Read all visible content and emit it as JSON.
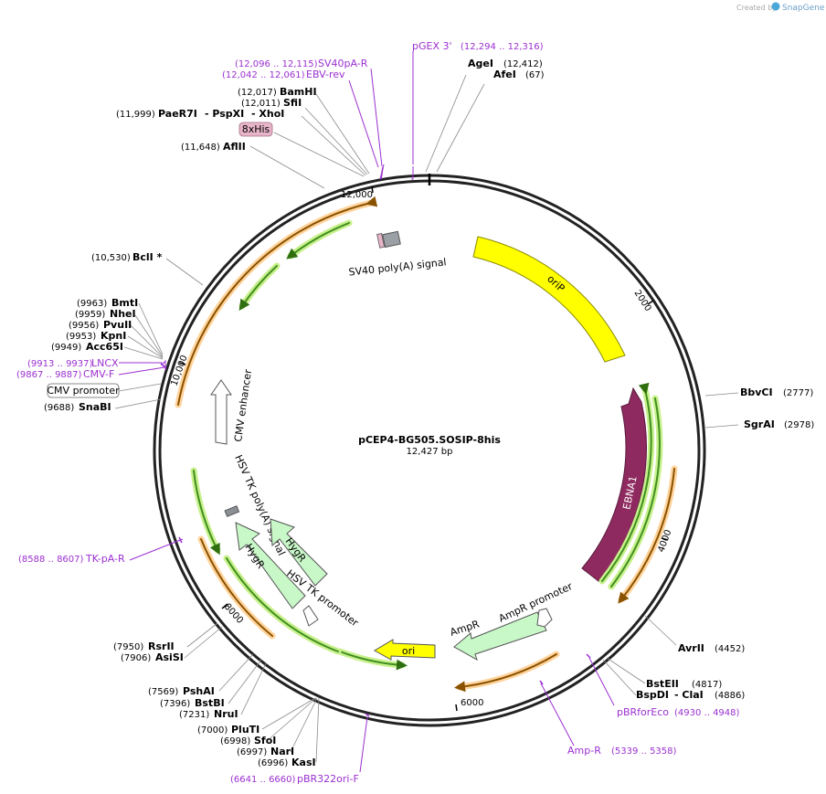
{
  "credit": {
    "prefix": "Created by",
    "brand": "SnapGene"
  },
  "plasmid": {
    "name": "pCEP4-BG505.SOSIP-8his",
    "size": "12,427 bp"
  },
  "ticks": [
    "2000",
    "4000",
    "6000",
    "8000",
    "10,000",
    "12,000"
  ],
  "features": {
    "orip": "oriP",
    "ebna1": "EBNA1",
    "sv40polya": "SV40 poly(A) signal",
    "cmv_enhancer": "CMV enhancer",
    "hsv_tk_polya": "HSV TK poly(A) signal",
    "hygr1": "HygR",
    "hygr2": "HygR",
    "hsv_tk_promoter": "HSV TK promoter",
    "ampr_promoter": "AmpR promoter",
    "ampr": "AmpR",
    "ori": "ori",
    "his_tag": "8xHis",
    "cmv_promoter": "CMV promoter"
  },
  "sites": {
    "agei": {
      "name": "AgeI",
      "coord": "(12,412)"
    },
    "afei": {
      "name": "AfeI",
      "coord": "(67)"
    },
    "bamhi": {
      "name": "BamHI",
      "coord": "(12,017)"
    },
    "sfii": {
      "name": "SfiI",
      "coord": "(12,011)"
    },
    "paer7i": {
      "name": "PaeR7I",
      "coord": "(11,999)"
    },
    "pspxi": {
      "name": "- PspXI"
    },
    "xhoi": {
      "name": "- XhoI"
    },
    "aflii": {
      "name": "AflII",
      "coord": "(11,648)"
    },
    "bcli": {
      "name": "BclI *",
      "coord": "(10,530)"
    },
    "bmti": {
      "name": "BmtI",
      "coord": "(9963)"
    },
    "nhei": {
      "name": "NheI",
      "coord": "(9959)"
    },
    "pvuii": {
      "name": "PvuII",
      "coord": "(9956)"
    },
    "kpni": {
      "name": "KpnI",
      "coord": "(9953)"
    },
    "acc65i": {
      "name": "Acc65I",
      "coord": "(9949)"
    },
    "snabi": {
      "name": "SnaBI",
      "coord": "(9688)"
    },
    "bbvci": {
      "name": "BbvCI",
      "coord": "(2777)"
    },
    "sgrai": {
      "name": "SgrAI",
      "coord": "(2978)"
    },
    "avrii": {
      "name": "AvrII",
      "coord": "(4452)"
    },
    "bsteii": {
      "name": "BstEII",
      "coord": "(4817)"
    },
    "bspdi": {
      "name": "BspDI",
      "coord": "(4886)"
    },
    "clai": {
      "name": "- ClaI"
    },
    "rsrii": {
      "name": "RsrII",
      "coord": "(7950)"
    },
    "asisi": {
      "name": "AsiSI",
      "coord": "(7906)"
    },
    "pshai": {
      "name": "PshAI",
      "coord": "(7569)"
    },
    "bstbi": {
      "name": "BstBI",
      "coord": "(7396)"
    },
    "nrui": {
      "name": "NruI",
      "coord": "(7231)"
    },
    "pluti": {
      "name": "PluTI",
      "coord": "(7000)"
    },
    "sfoi": {
      "name": "SfoI",
      "coord": "(6998)"
    },
    "nari": {
      "name": "NarI",
      "coord": "(6997)"
    },
    "kasi": {
      "name": "KasI",
      "coord": "(6996)"
    }
  },
  "primers": {
    "pgex3": {
      "name": "pGEX 3'",
      "coord": "(12,294 .. 12,316)"
    },
    "sv40pa_r": {
      "name": "SV40pA-R",
      "coord": "(12,096 .. 12,115)"
    },
    "ebv_rev": {
      "name": "EBV-rev",
      "coord": "(12,042 .. 12,061)"
    },
    "lncx": {
      "name": "LNCX",
      "coord": "(9913 .. 9937)"
    },
    "cmv_f": {
      "name": "CMV-F",
      "coord": "(9867 .. 9887)"
    },
    "tk_pa_r": {
      "name": "TK-pA-R",
      "coord": "(8588 .. 8607)"
    },
    "pbrforeco": {
      "name": "pBRforEco",
      "coord": "(4930 .. 4948)"
    },
    "amp_r": {
      "name": "Amp-R",
      "coord": "(5339 .. 5358)"
    },
    "pbr322ori_f": {
      "name": "pBR322ori-F",
      "coord": "(6641 .. 6660)"
    }
  },
  "colors": {
    "backbone": "#222222",
    "orip": "#ffff00",
    "ebna1": "#8e2a5f",
    "resistance": "#c8f7c8",
    "ori": "#ffff00",
    "orf_green": "#3f8f1f",
    "orf_orange": "#c07a00",
    "primer": "#9b30d0",
    "his_tag": "#e8b4c8"
  }
}
